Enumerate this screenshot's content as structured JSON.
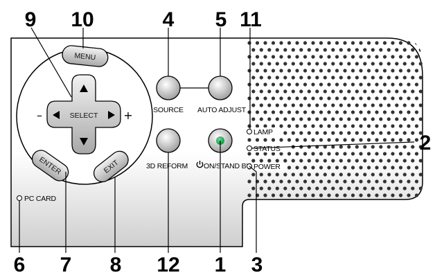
{
  "callouts": {
    "n1": "1",
    "n2": "2",
    "n3": "3",
    "n4": "4",
    "n5": "5",
    "n6": "6",
    "n7": "7",
    "n8": "8",
    "n9": "9",
    "n10": "10",
    "n11": "11",
    "n12": "12"
  },
  "buttons": {
    "menu": "MENU",
    "select": "SELECT",
    "enter": "ENTER",
    "exit": "EXIT",
    "minus": "–",
    "plus": "+"
  },
  "labels": {
    "source": "SOURCE",
    "auto_adjust": "AUTO ADJUST",
    "reform": "3D REFORM",
    "onstandby": "ON/STAND BY",
    "lamp": "LAMP",
    "status": "STATUS",
    "power": "POWER",
    "pccard": "PC CARD"
  },
  "colors": {
    "power_button_led": "#0aa84a",
    "panel_shade": "#d8d8d8"
  },
  "icons": {
    "power_symbol": "power-icon",
    "arrows": [
      "arrow-up-icon",
      "arrow-down-icon",
      "arrow-left-icon",
      "arrow-right-icon"
    ]
  }
}
